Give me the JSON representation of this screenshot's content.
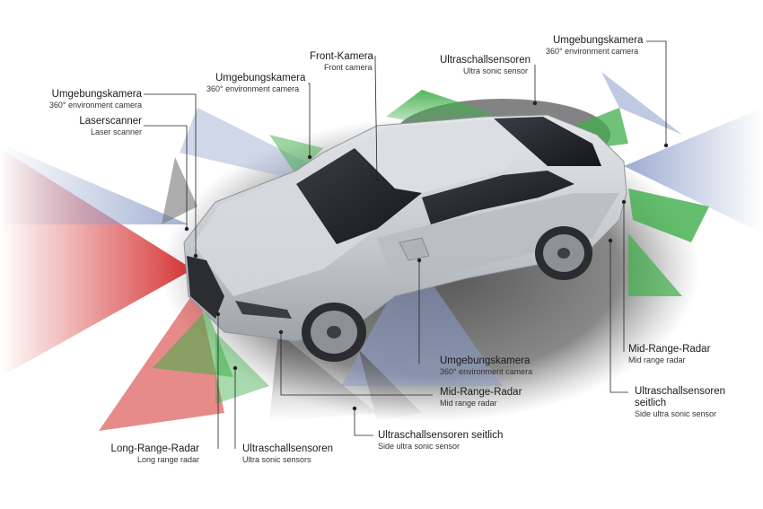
{
  "labels": {
    "front_camera": {
      "de": "Front-Kamera",
      "en": "Front camera"
    },
    "ultrasonic_front": {
      "de": "Ultraschallsensoren",
      "en": "Ultra sonic sensor"
    },
    "env_camera_rear": {
      "de": "Umgebungskamera",
      "en": "360° environment camera"
    },
    "env_camera_mirror_top": {
      "de": "Umgebungskamera",
      "en": "360° environment camera"
    },
    "env_camera_front": {
      "de": "Umgebungskamera",
      "en": "360° environment camera"
    },
    "laserscanner": {
      "de": "Laserscanner",
      "en": "Laser scanner"
    },
    "mid_range_radar_rear": {
      "de": "Mid-Range-Radar",
      "en": "Mid range radar"
    },
    "ultrasonic_side_rear": {
      "de1": "Ultraschallsensoren",
      "de2": "seitlich",
      "en": "Side ultra sonic sensor"
    },
    "env_camera_mirror": {
      "de": "Umgebungskamera",
      "en": "360° environment camera"
    },
    "mid_range_radar_front": {
      "de": "Mid-Range-Radar",
      "en": "Mid range radar"
    },
    "ultrasonic_side_front": {
      "de": "Ultraschallsensoren seitlich",
      "en": "Side ultra sonic sensor"
    },
    "long_range_radar": {
      "de": "Long-Range-Radar",
      "en": "Long range radar"
    },
    "ultrasonic_bottom": {
      "de": "Ultraschallsensoren",
      "en": "Ultra sonic sensors"
    }
  },
  "colors": {
    "radar_red": "#d42a2a",
    "ultrasonic_green": "#3fae49",
    "camera_blue": "#8a9cc8",
    "car_silver": "#c9cdd2",
    "shadow_gray": "#6a6a6a"
  }
}
